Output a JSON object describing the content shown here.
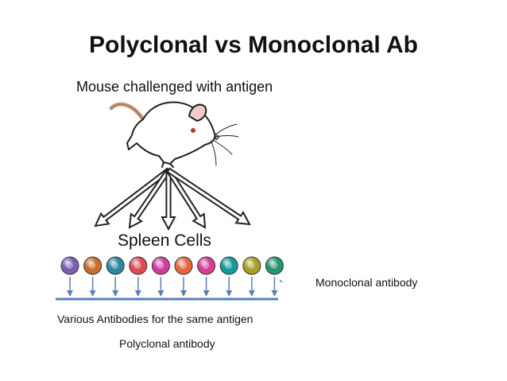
{
  "title": "Polyclonal vs Monoclonal Ab",
  "subtitle": "Mouse challenged with antigen",
  "spleen_label": "Spleen Cells",
  "monoclonal_label": "Monoclonal antibody",
  "various_label": "Various Antibodies for  the same antigen",
  "polyclonal_label": "Polyclonal antibody",
  "cells": {
    "colors": [
      "#7a5fb4",
      "#c86e28",
      "#2d86a4",
      "#e04a54",
      "#d23ca0",
      "#e8663c",
      "#d83c94",
      "#139a9a",
      "#a8a024",
      "#22966e"
    ]
  },
  "colors": {
    "arrow": "#5a7fb8",
    "outline": "#222222"
  }
}
